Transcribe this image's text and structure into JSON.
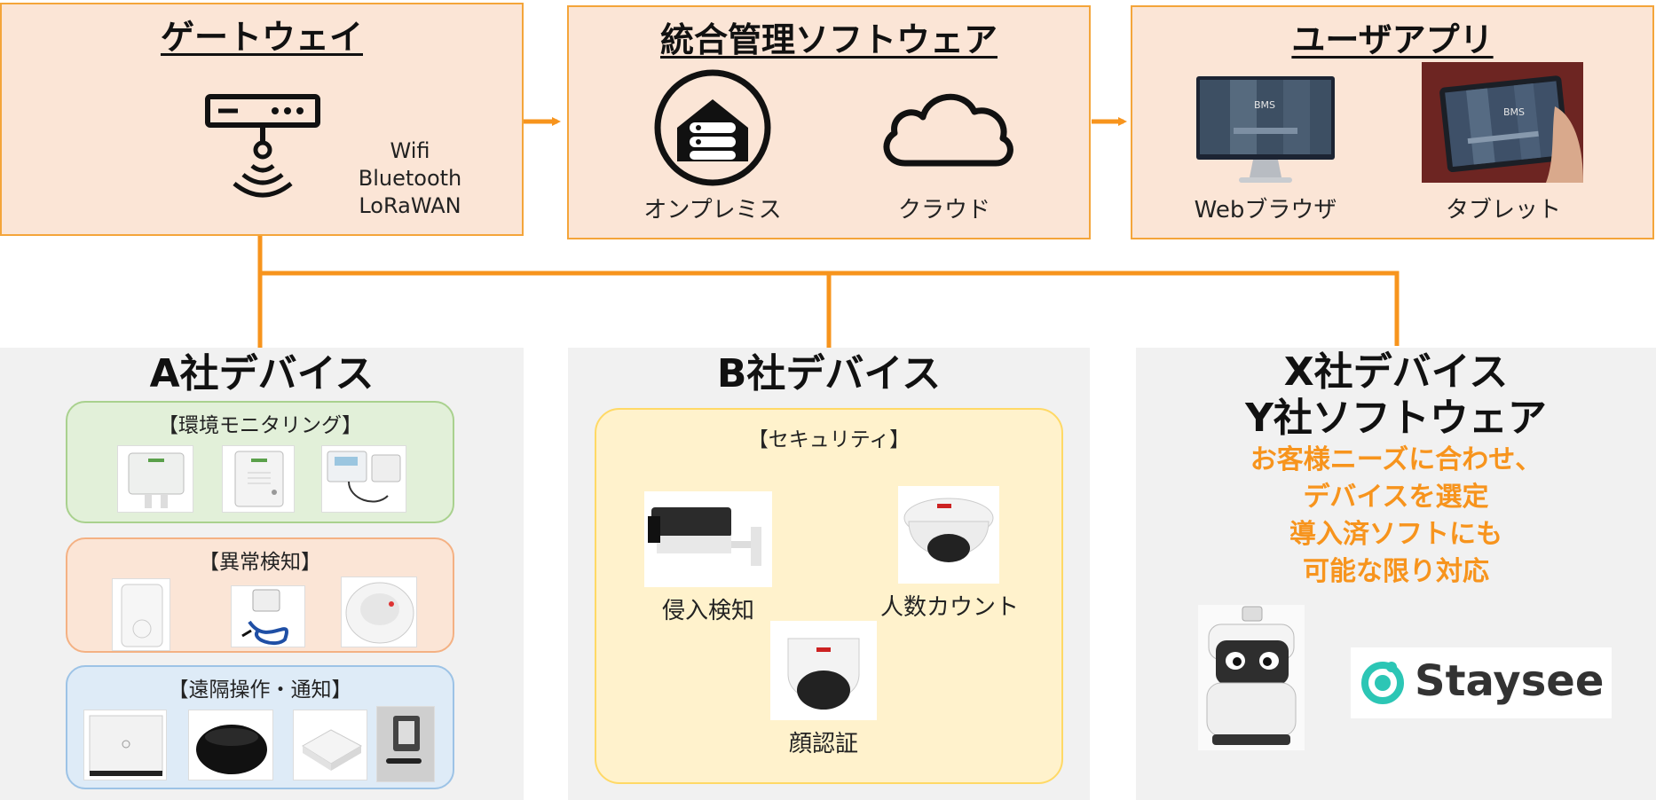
{
  "gateway": {
    "title": "ゲートウェイ",
    "protocols": [
      "Wifi",
      "Bluetooth",
      "LoRaWAN"
    ]
  },
  "software": {
    "title": "統合管理ソフトウェア",
    "items": [
      "オンプレミス",
      "クラウド"
    ]
  },
  "userapp": {
    "title": "ユーザアプリ",
    "items": [
      "Webブラウザ",
      "タブレット"
    ],
    "screen_logo": "BMS"
  },
  "panel_a": {
    "title": "A社デバイス",
    "categories": [
      {
        "title": "【環境モニタリング】"
      },
      {
        "title": "【異常検知】"
      },
      {
        "title": "【遠隔操作・通知】"
      }
    ]
  },
  "panel_b": {
    "title": "B社デバイス",
    "category": "【セキュリティ】",
    "items": [
      "侵入検知",
      "人数カウント",
      "顔認証"
    ]
  },
  "panel_x": {
    "title_line1": "X社デバイス",
    "title_line2": "Y社ソフトウェア",
    "note_lines": [
      "お客様ニーズに合わせ、",
      "デバイスを選定",
      "導入済ソフトにも",
      "可能な限り対応"
    ],
    "logo_text": "Staysee"
  },
  "colors": {
    "accent": "#f7941d",
    "box_fill": "#fbe5d6",
    "box_border": "#f4a53a",
    "green_fill": "#e2f0d9",
    "green_border": "#a9d18e",
    "orange_fill": "#fbe5d6",
    "orange_border": "#f4b183",
    "blue_fill": "#deebf7",
    "blue_border": "#9dc3e6",
    "yellow_fill": "#fff2cc",
    "yellow_border": "#ffd966",
    "logo_teal": "#2cc6b5"
  }
}
